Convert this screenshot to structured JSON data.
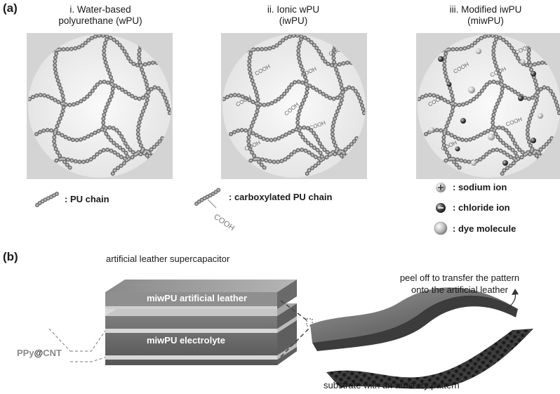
{
  "panel_a": {
    "label": "(a)",
    "columns": [
      {
        "line1": "i. Water-based",
        "line2": "polyurethane (wPU)"
      },
      {
        "line1": "ii. Ionic wPU",
        "line2": "(iwPU)"
      },
      {
        "line1": "iii. Modified iwPU",
        "line2": "(miwPU)"
      }
    ],
    "group_label": "COOH",
    "legend": {
      "pu_chain": ": PU chain",
      "carboxylated": ": carboxylated PU chain",
      "carboxyl_group": "COOH",
      "sodium": ": sodium ion",
      "chloride": ": chloride ion",
      "dye": ": dye molecule"
    }
  },
  "panel_b": {
    "label": "(b)",
    "title": "artificial leather supercapacitor",
    "layer_top": "miwPU artificial leather",
    "layer_mid": "miwPU electrolyte",
    "electrode": {
      "part1": "PPy",
      "part2": "@",
      "part3": "CNT"
    },
    "peel_line1": "peel off to transfer the pattern",
    "peel_line2": "onto the artificial leather",
    "substrate": "substrate with an arbitrary pattern"
  }
}
